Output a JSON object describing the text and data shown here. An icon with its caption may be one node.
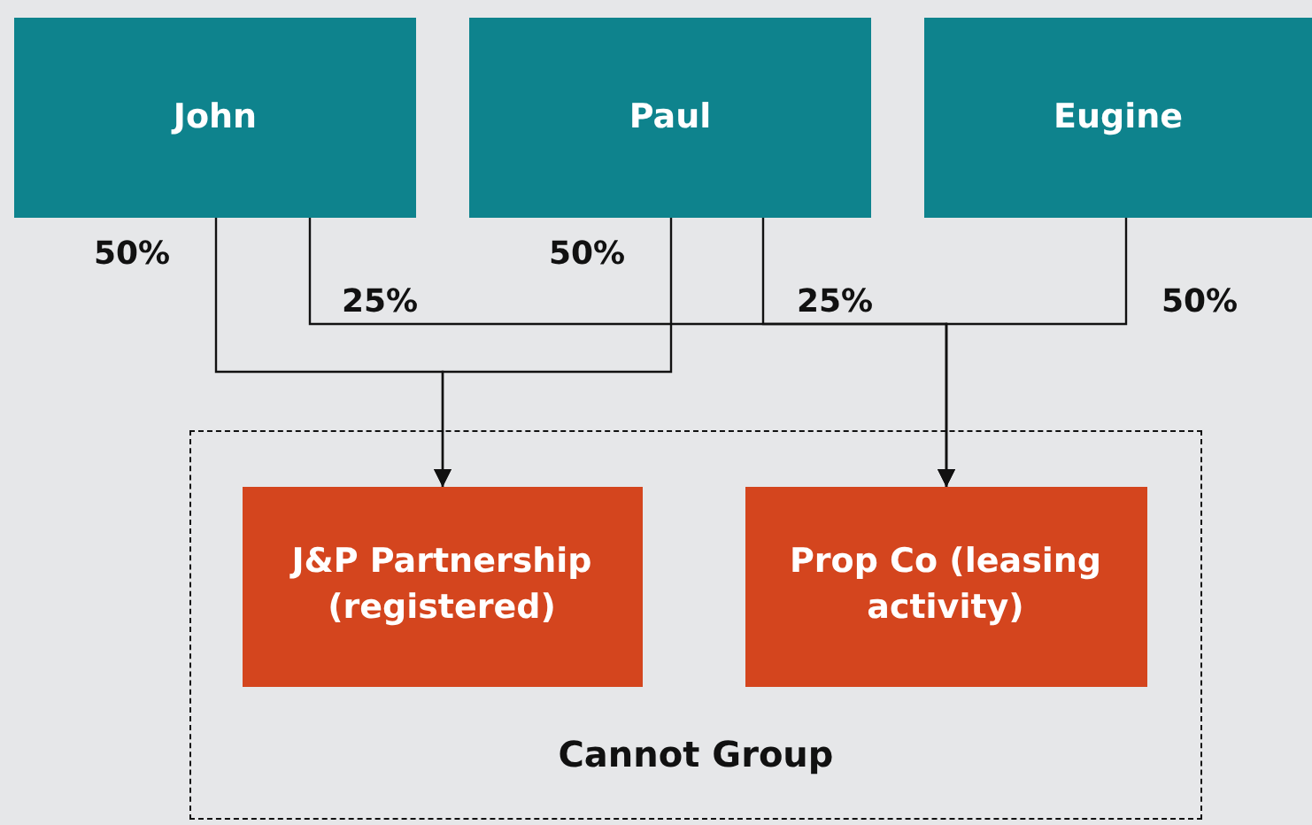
{
  "diagram": {
    "nodes": [
      {
        "text": [
          "John"
        ]
      },
      {
        "text": [
          "Paul"
        ]
      },
      {
        "text": [
          "Eugine"
        ]
      },
      {
        "text": [
          "Cannot Group"
        ]
      },
      {
        "text": [
          "J&P Partnership (registered)"
        ],
        "in": 3
      },
      {
        "text": [
          "Prop Co (leasing activity)"
        ],
        "in": 3
      }
    ],
    "edges": [
      {
        "from": 0,
        "to": 4,
        "arrow": "to",
        "label": "50%"
      },
      {
        "from": 0,
        "to": 5,
        "arrow": "to",
        "label": "25%"
      },
      {
        "from": 1,
        "to": 4,
        "arrow": "to",
        "label": "50%"
      },
      {
        "from": 1,
        "to": 5,
        "arrow": "to",
        "label": "25%"
      },
      {
        "from": 2,
        "to": 5,
        "arrow": "to",
        "label": "50%"
      }
    ]
  }
}
